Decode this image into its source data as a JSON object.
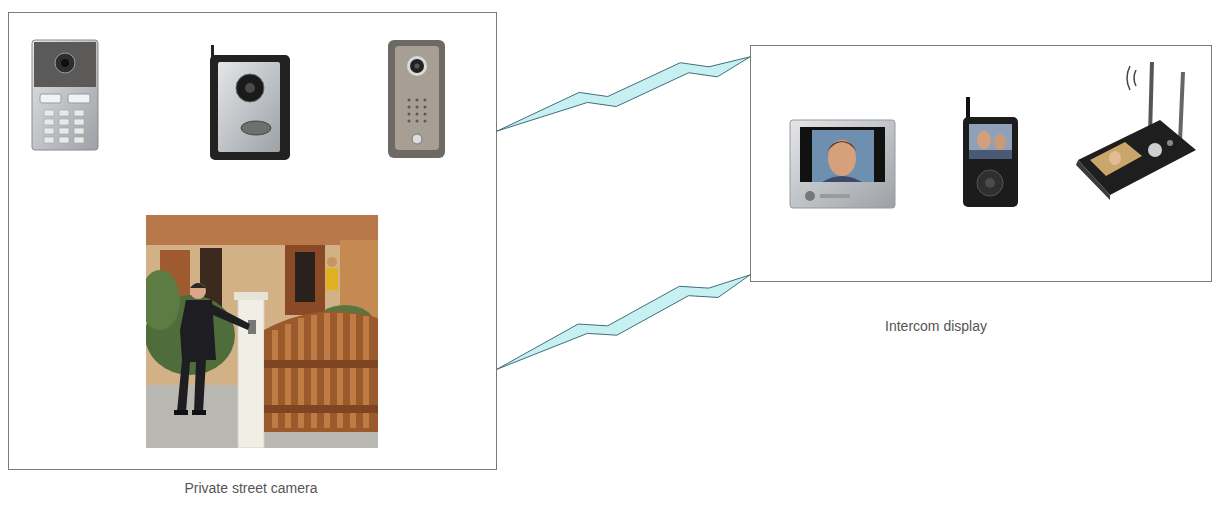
{
  "diagram": {
    "nodes": [
      {
        "text": [
          "Private street camera"
        ]
      },
      {
        "text": [
          "Intercom display"
        ]
      }
    ],
    "edges": [
      {
        "from": 0,
        "to": 1,
        "arrow": "none"
      },
      {
        "from": 0,
        "to": 1,
        "arrow": "none"
      }
    ]
  }
}
